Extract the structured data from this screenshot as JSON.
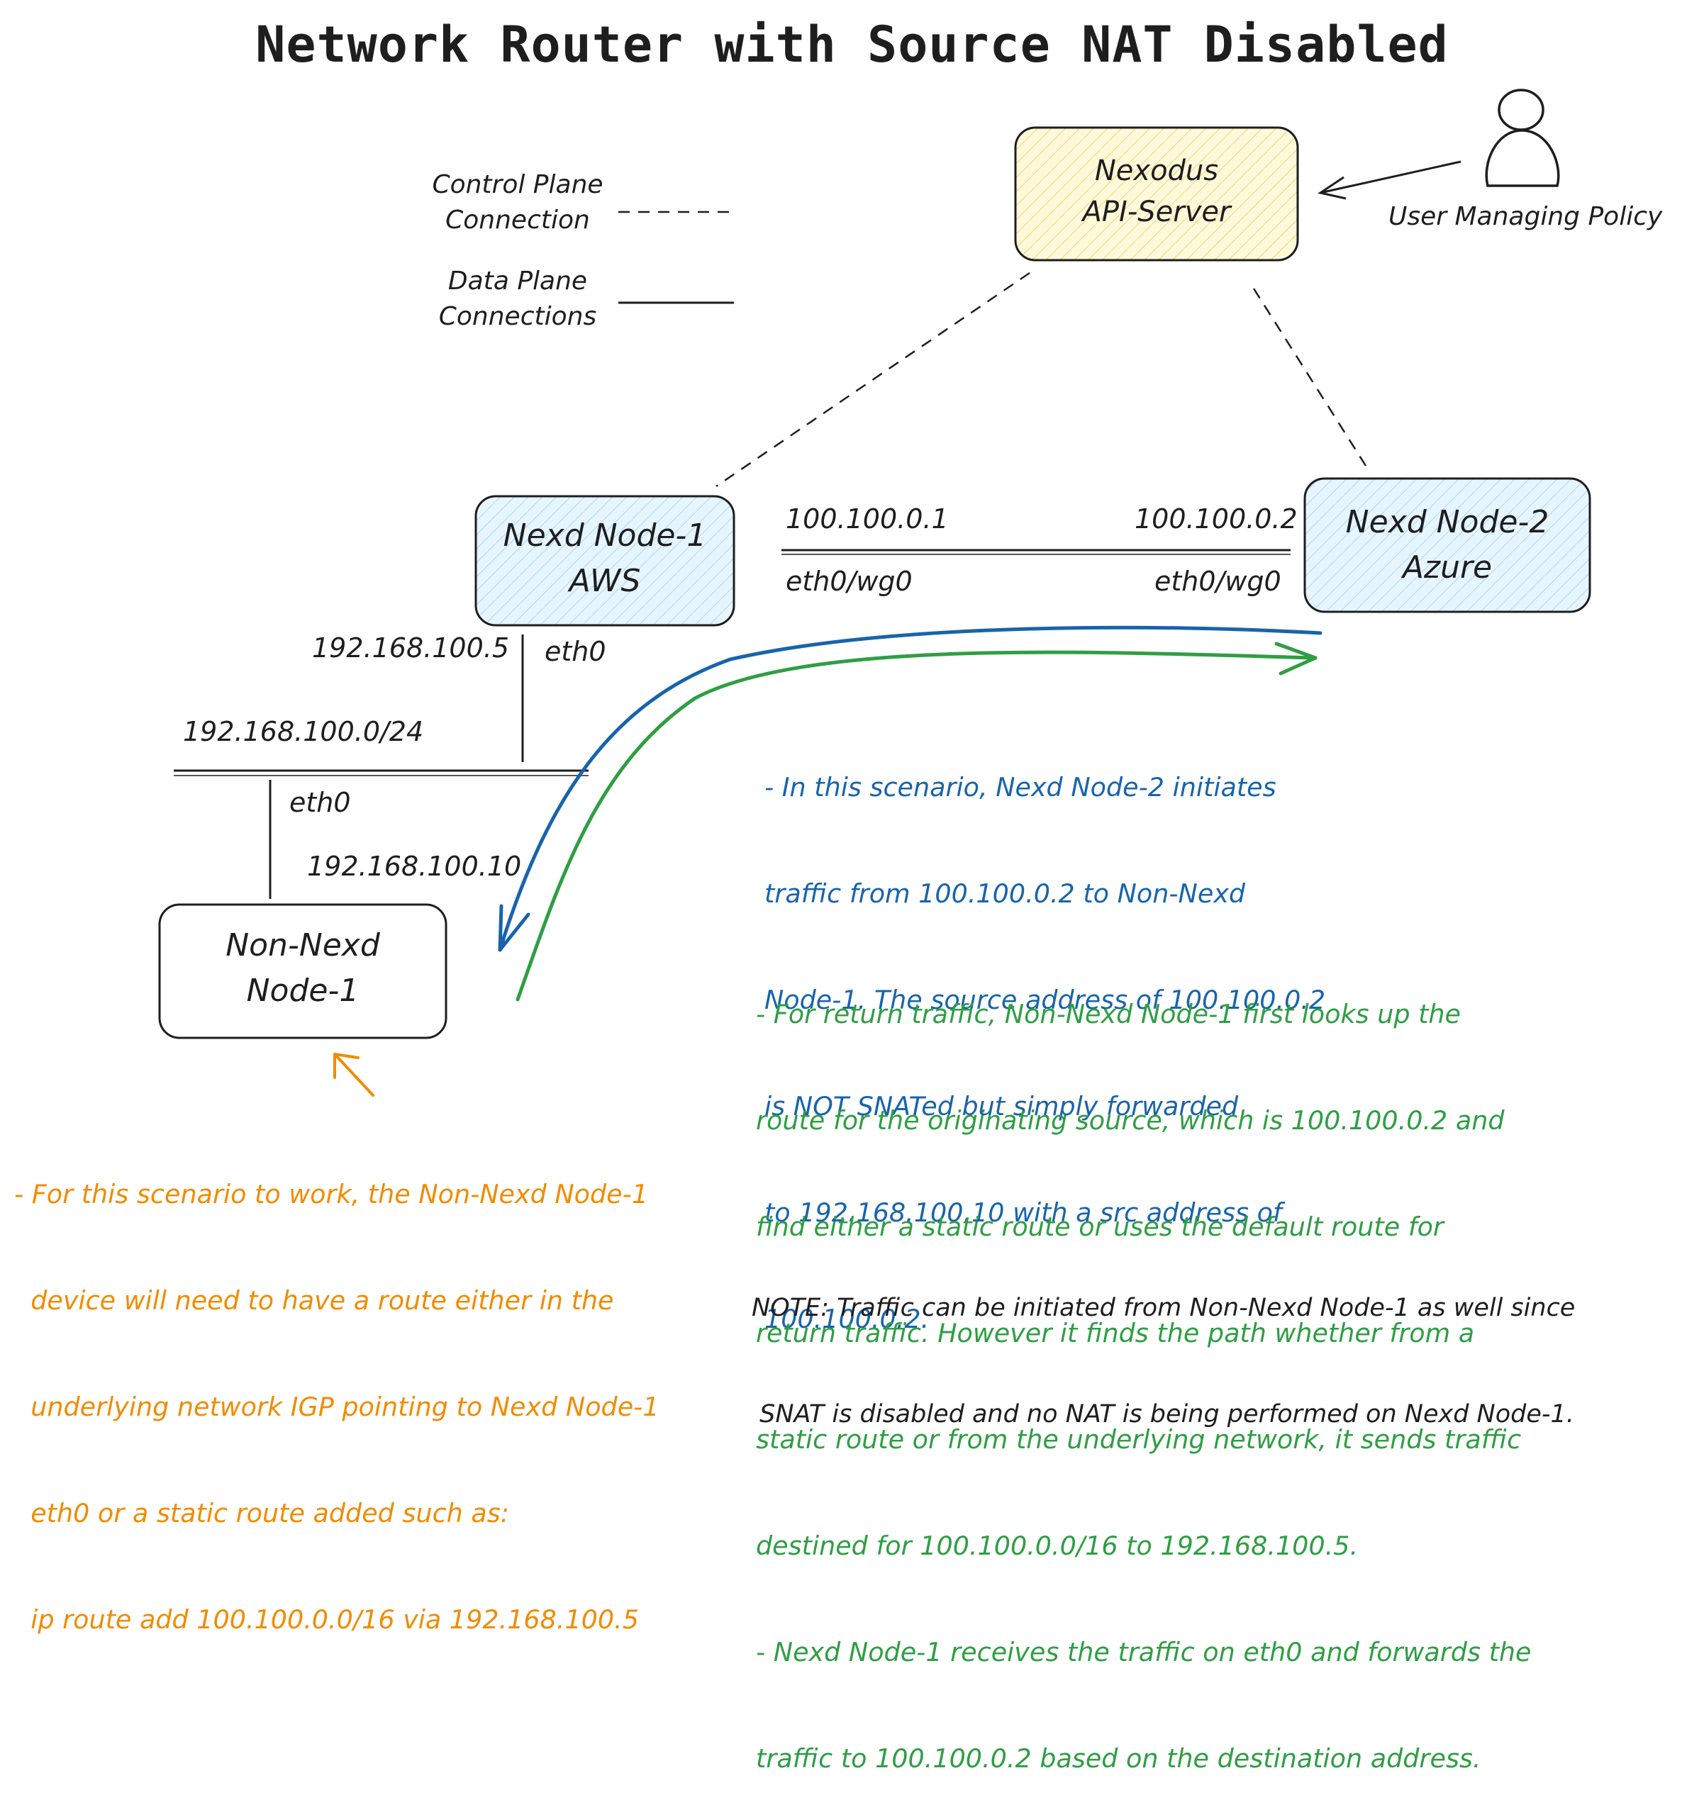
{
  "title": "Network Router with Source NAT Disabled",
  "legend": {
    "control_line1": "Control Plane",
    "control_line2": "Connection",
    "data_line1": "Data Plane",
    "data_line2": "Connections"
  },
  "api_server": {
    "line1": "Nexodus",
    "line2": "API-Server"
  },
  "user_label": "User Managing Policy",
  "node1": {
    "line1": "Nexd Node-1",
    "line2": "AWS"
  },
  "node2": {
    "line1": "Nexd Node-2",
    "line2": "Azure"
  },
  "non_nexd": {
    "line1": "Non-Nexd",
    "line2": "Node-1"
  },
  "labels": {
    "node1_wg_ip": "100.100.0.1",
    "node2_wg_ip": "100.100.0.2",
    "node1_wg_if": "eth0/wg0",
    "node2_wg_if": "eth0/wg0",
    "node1_lan_ip": "192.168.100.5",
    "node1_lan_if": "eth0",
    "subnet": "192.168.100.0/24",
    "non_nexd_if": "eth0",
    "non_nexd_ip": "192.168.100.10"
  },
  "notes": {
    "blue": [
      "- In this scenario, Nexd Node-2 initiates",
      "traffic from 100.100.0.2 to Non-Nexd",
      "Node-1. The source address of 100.100.0.2",
      "is NOT SNATed but simply forwarded",
      "to 192.168.100.10 with a src address of",
      "100.100.0.2."
    ],
    "green": [
      "- For return traffic, Non-Nexd Node-1 first looks up the",
      "route for the originating source, which is 100.100.0.2 and",
      "find either a static route or uses the default route for",
      "return traffic. However it finds the path whether from a",
      "static route or from the underlying network, it sends traffic",
      "destined for 100.100.0.0/16 to 192.168.100.5.",
      "- Nexd Node-1 receives the traffic on eth0 and forwards the",
      "traffic to 100.100.0.2 based on the destination address."
    ],
    "black": [
      "NOTE: Traffic can be initiated from Non-Nexd Node-1 as well since",
      " SNAT is disabled and no NAT is being performed on Nexd Node-1."
    ],
    "orange": [
      "- For this scenario to work, the Non-Nexd Node-1",
      "  device will need to have a route either in the",
      "  underlying network IGP pointing to Nexd Node-1",
      "  eth0 or a static route added such as:",
      "  ip route add 100.100.0.0/16 via 192.168.100.5"
    ]
  },
  "colors": {
    "stroke": "#1e1e1e",
    "api_fill": "#fff3bf",
    "node_fill": "#d0ebff",
    "blue": "#1864ab",
    "green": "#2f9e44",
    "orange": "#f08c00"
  },
  "icons": [
    "person-icon",
    "arrow-icon"
  ]
}
